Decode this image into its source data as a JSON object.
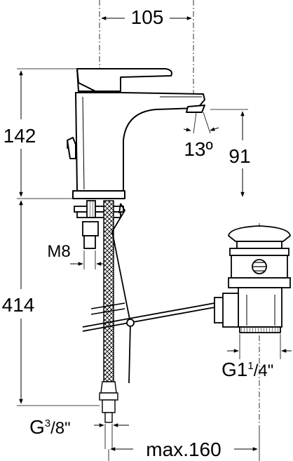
{
  "dimensions": {
    "top_width": "105",
    "body_height": "142",
    "spout_angle": "13º",
    "spout_height": "91",
    "stud_thread": "M8",
    "hose_length": "414",
    "waste_thread_main": "G1",
    "waste_thread_num": "1",
    "waste_thread_slash": "/",
    "waste_thread_den": "4\"",
    "hose_thread_main": "G",
    "hose_thread_num": "3",
    "hose_thread_slash": "/",
    "hose_thread_den": "8\"",
    "max_distance": "max.160"
  },
  "colors": {
    "line": "#000000",
    "background": "#ffffff"
  }
}
